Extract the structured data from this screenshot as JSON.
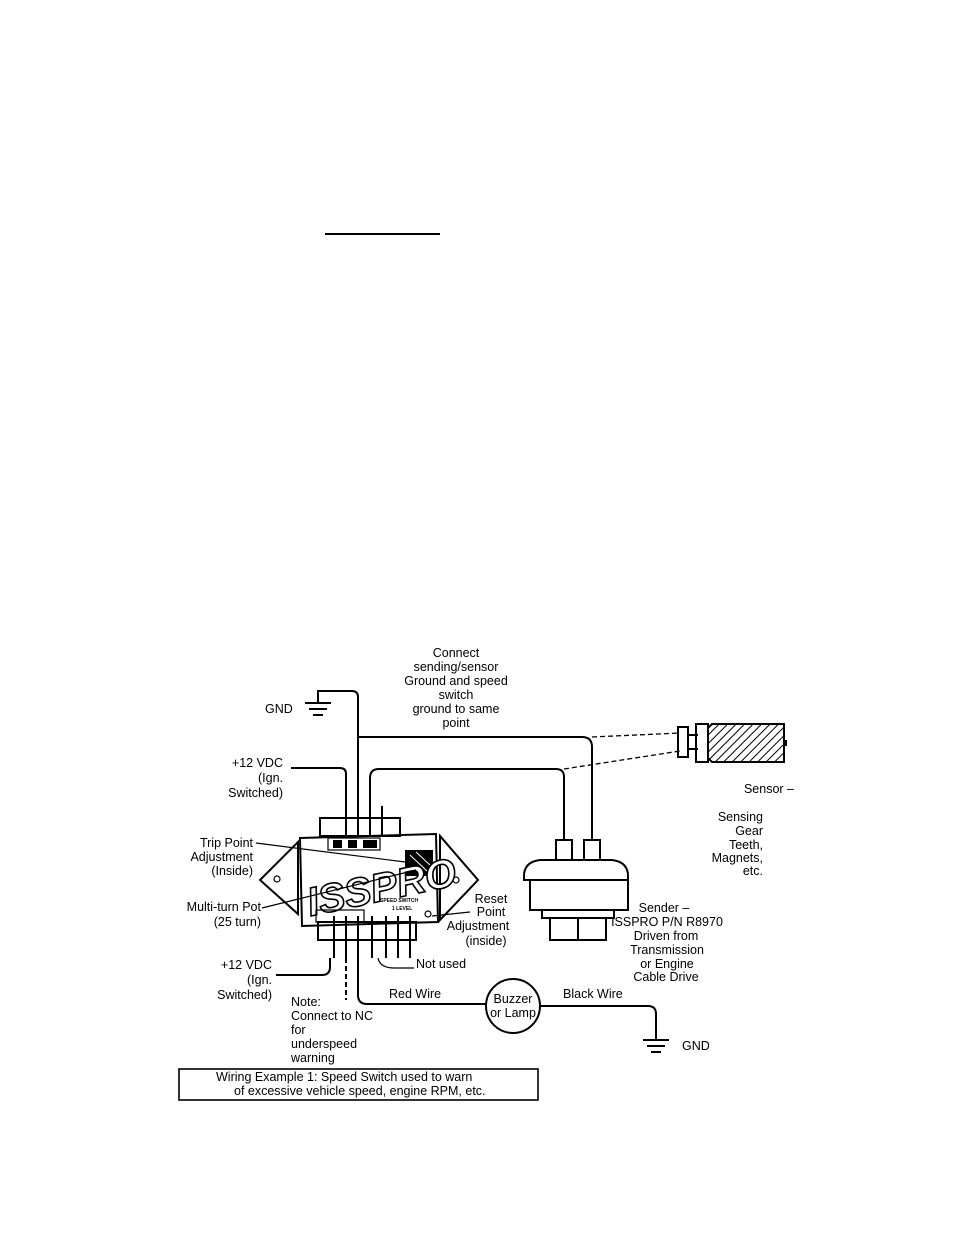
{
  "labels": {
    "connect": [
      "Connect",
      "sending/sensor",
      "Ground and speed",
      "switch",
      "ground to same",
      "point"
    ],
    "gnd_top": "GND",
    "plus12_top": [
      "+12 VDC",
      "(Ign.",
      "Switched)"
    ],
    "trip": [
      "Trip Point",
      "Adjustment",
      "(Inside)"
    ],
    "multiturn": [
      "Multi-turn Pot",
      "(25 turn)"
    ],
    "plus12_bottom": [
      "+12 VDC",
      "(Ign.",
      "Switched)"
    ],
    "note": [
      "Note:",
      "Connect to NC",
      "for",
      "underspeed",
      "warning"
    ],
    "reset": [
      "Reset",
      "Point",
      "Adjustment",
      "(inside)"
    ],
    "not_used": "Not used",
    "red_wire": "Red Wire",
    "black_wire": "Black Wire",
    "buzzer": [
      "Buzzer",
      "or Lamp"
    ],
    "gnd_bottom": "GND",
    "sensor": [
      "Sensor –",
      "",
      "Sensing",
      "Gear",
      "Teeth,",
      "Magnets,",
      "etc."
    ],
    "sender": [
      "Sender –",
      "ISSPRO P/N R8970",
      "Driven from",
      "Transmission",
      "or Engine",
      "Cable Drive"
    ],
    "logo": "ISSPRO",
    "module_text": [
      "SPEED SWITCH",
      "1 LEVEL"
    ],
    "caption": [
      "Wiring Example 1:  Speed Switch used to warn",
      "of excessive vehicle speed, engine RPM, etc."
    ]
  }
}
